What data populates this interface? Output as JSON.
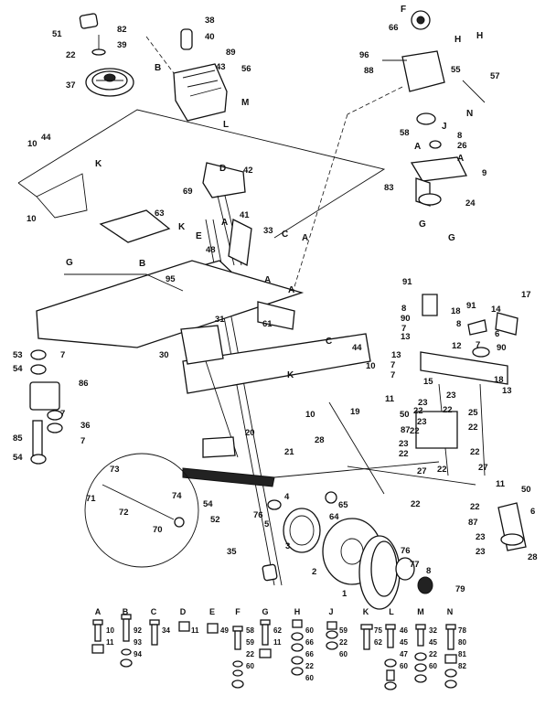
{
  "diagram": {
    "callouts": [
      "51",
      "82",
      "39",
      "22",
      "37",
      "38",
      "40",
      "89",
      "B",
      "43",
      "56",
      "M",
      "L",
      "F",
      "66",
      "H",
      "H",
      "96",
      "88",
      "55",
      "57",
      "N",
      "10",
      "44",
      "K",
      "D",
      "42",
      "69",
      "10",
      "63",
      "J",
      "58",
      "8",
      "26",
      "A",
      "9",
      "A",
      "83",
      "24",
      "G",
      "G",
      "A",
      "41",
      "33",
      "C",
      "A",
      "K",
      "E",
      "48",
      "95",
      "G",
      "B",
      "A",
      "A",
      "61",
      "91",
      "8",
      "90",
      "7",
      "13",
      "91",
      "18",
      "8",
      "14",
      "17",
      "6",
      "7",
      "90",
      "13",
      "7",
      "7",
      "12",
      "18",
      "13",
      "31",
      "30",
      "53",
      "7",
      "54",
      "86",
      "7",
      "36",
      "85",
      "7",
      "54",
      "C",
      "44",
      "K",
      "10",
      "10",
      "11",
      "50",
      "87",
      "23",
      "22",
      "15",
      "23",
      "22",
      "25",
      "22",
      "19",
      "23",
      "22",
      "20",
      "28",
      "23",
      "22",
      "21",
      "22",
      "27",
      "22",
      "11",
      "22",
      "50",
      "6",
      "87",
      "23",
      "23",
      "28",
      "22",
      "27",
      "73",
      "71",
      "72",
      "74",
      "70",
      "54",
      "52",
      "35",
      "4",
      "65",
      "5",
      "76",
      "3",
      "64",
      "2",
      "76",
      "77",
      "8",
      "1",
      "79"
    ],
    "legend": [
      {
        "letter": "A",
        "parts": [
          "10",
          "11"
        ]
      },
      {
        "letter": "B",
        "parts": [
          "92",
          "93",
          "94"
        ]
      },
      {
        "letter": "C",
        "parts": [
          "34"
        ]
      },
      {
        "letter": "D",
        "parts": [
          "11"
        ]
      },
      {
        "letter": "E",
        "parts": [
          "49"
        ]
      },
      {
        "letter": "F",
        "parts": [
          "58",
          "59",
          "22",
          "60"
        ]
      },
      {
        "letter": "G",
        "parts": [
          "62",
          "11"
        ]
      },
      {
        "letter": "H",
        "parts": [
          "60",
          "66",
          "66",
          "22",
          "60"
        ]
      },
      {
        "letter": "J",
        "parts": [
          "59",
          "22",
          "60"
        ]
      },
      {
        "letter": "K",
        "parts": [
          "75",
          "62"
        ]
      },
      {
        "letter": "L",
        "parts": [
          "46",
          "45",
          "47",
          "60"
        ]
      },
      {
        "letter": "M",
        "parts": [
          "32",
          "45",
          "22",
          "60"
        ]
      },
      {
        "letter": "N",
        "parts": [
          "78",
          "80",
          "81",
          "82"
        ]
      }
    ]
  }
}
